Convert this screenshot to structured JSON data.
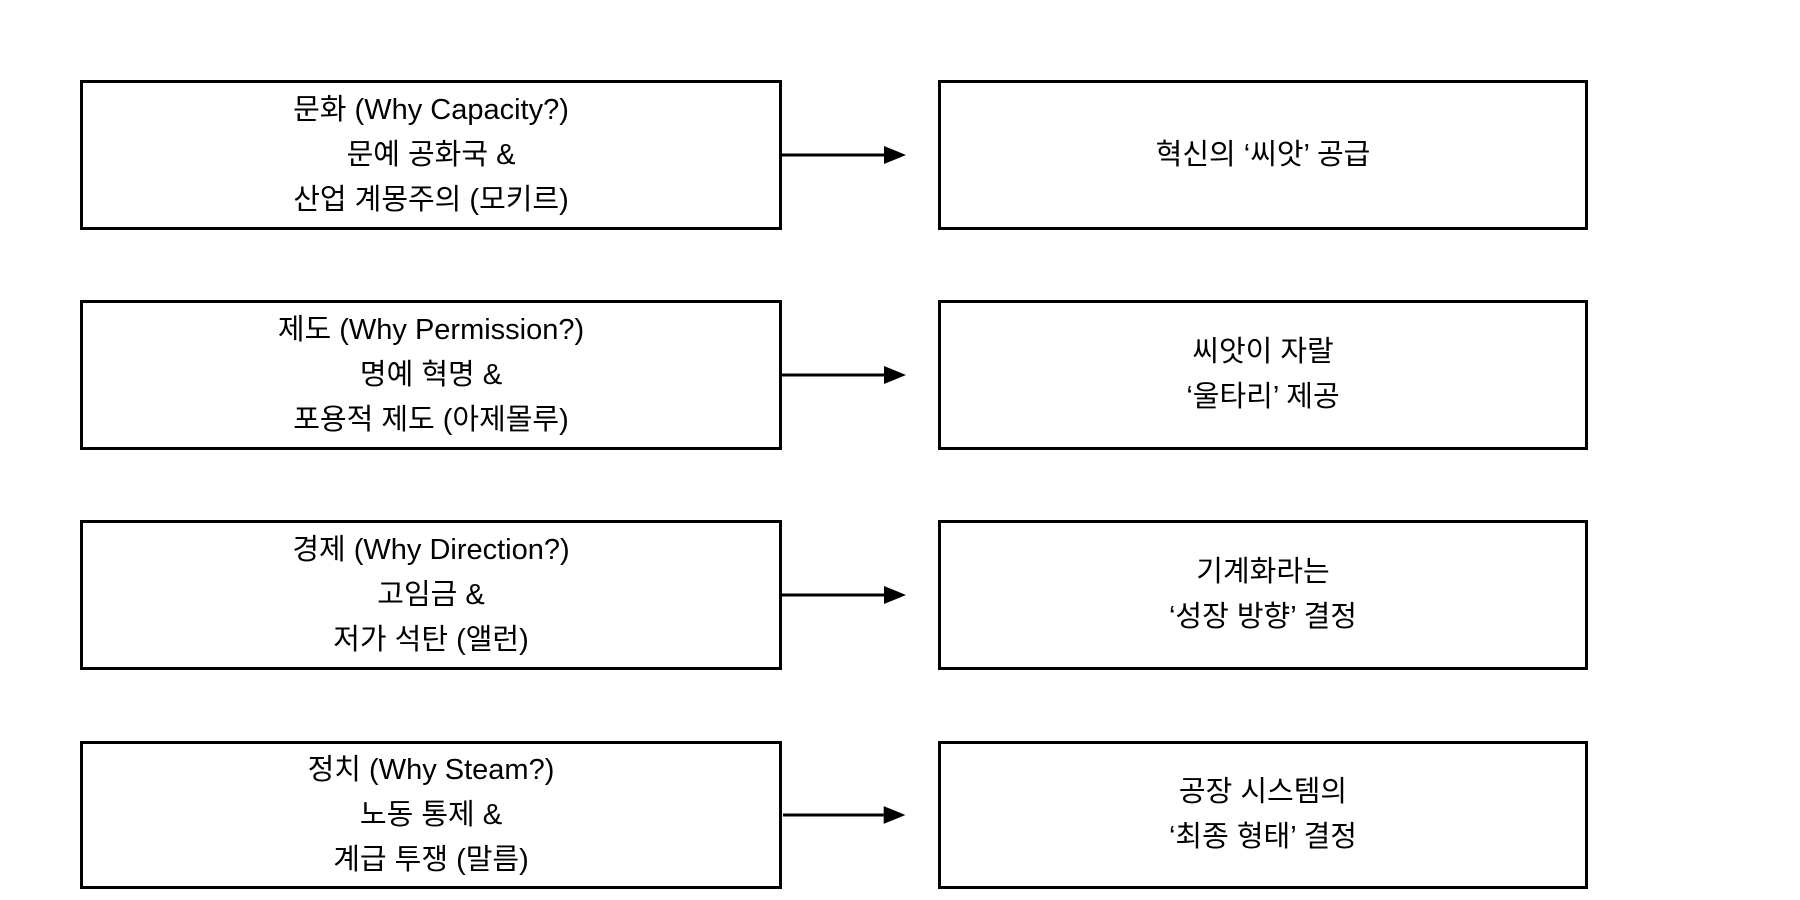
{
  "canvas": {
    "background": "#ffffff",
    "box_border_color": "#000000",
    "text_color": "#000000",
    "arrow_color": "#000000"
  },
  "diagram": {
    "rows": [
      {
        "id": "culture",
        "left_lines": [
          "문화 (Why Capacity?)",
          "문예 공화국 &",
          "산업 계몽주의 (모키르)"
        ],
        "right_lines": [
          "혁신의 ‘씨앗’ 공급"
        ]
      },
      {
        "id": "institution",
        "left_lines": [
          "제도 (Why Permission?)",
          "명예 혁명 &",
          "포용적 제도 (아제몰루)"
        ],
        "right_lines": [
          "씨앗이 자랄",
          "‘울타리’ 제공"
        ]
      },
      {
        "id": "economy",
        "left_lines": [
          "경제 (Why Direction?)",
          "고임금 &",
          "저가 석탄 (앨런)"
        ],
        "right_lines": [
          "기계화라는",
          "‘성장 방향’ 결정"
        ]
      },
      {
        "id": "politics",
        "left_lines": [
          "정치 (Why Steam?)",
          "노동 통제 &",
          "계급 투쟁 (말름)"
        ],
        "right_lines": [
          "공장 시스템의",
          "‘최종 형태’ 결정"
        ]
      }
    ]
  }
}
